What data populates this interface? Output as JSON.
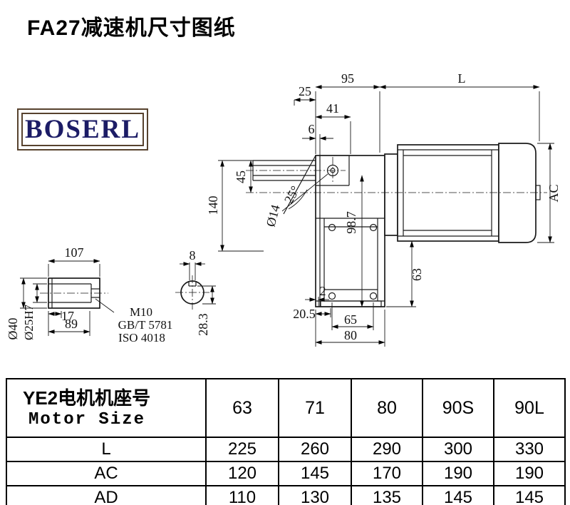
{
  "title": "FA27减速机尺寸图纸",
  "logo": {
    "text": "BOSERL"
  },
  "drawing": {
    "main": {
      "dim_95": "95",
      "dim_25": "25",
      "dim_L": "L",
      "dim_41": "41",
      "dim_6": "6",
      "dim_45": "45",
      "dim_140": "140",
      "dia_14": "Ø14",
      "angle_25": "25°",
      "dim_98_7": "98.7",
      "dim_AC": "AC",
      "dim_63": "63",
      "dim_2": "2",
      "dim_20_5": "20.5",
      "dim_65": "65",
      "dim_80": "80"
    },
    "shaft": {
      "dim_107": "107",
      "dim_17": "17",
      "dim_89": "89",
      "thread": "M10",
      "standard1": "GB/T 5781",
      "standard2": "ISO 4018",
      "dia_40": "Ø40",
      "dia_25": "Ø25H7"
    },
    "section": {
      "dim_8": "8",
      "dim_28_3": "28.3"
    }
  },
  "table": {
    "header": {
      "line1": "YE2电机机座号",
      "line2": "Motor Size"
    },
    "sizes": [
      "63",
      "71",
      "80",
      "90S",
      "90L"
    ],
    "rows": [
      {
        "label": "L",
        "values": [
          "225",
          "260",
          "290",
          "300",
          "330"
        ]
      },
      {
        "label": "AC",
        "values": [
          "120",
          "145",
          "170",
          "190",
          "190"
        ]
      },
      {
        "label": "AD",
        "values": [
          "110",
          "130",
          "135",
          "145",
          "145"
        ]
      }
    ]
  }
}
